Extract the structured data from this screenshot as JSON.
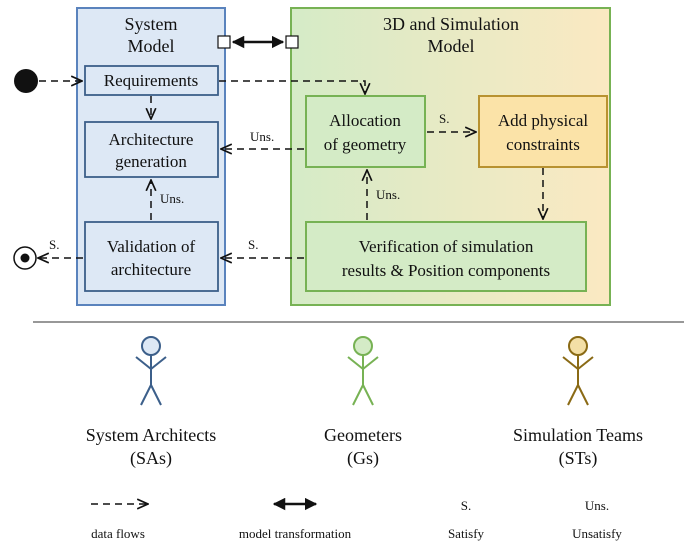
{
  "system_model": {
    "title_line1": "System",
    "title_line2": "Model",
    "requirements": "Requirements",
    "architecture_line1": "Architecture",
    "architecture_line2": "generation",
    "validation_line1": "Validation of",
    "validation_line2": "architecture",
    "fill_color": "#dde8f5",
    "border_color": "#5a83bd"
  },
  "sim_model": {
    "title_line1": "3D and Simulation",
    "title_line2": "Model",
    "allocation_line1": "Allocation",
    "allocation_line2": "of geometry",
    "constraints_line1": "Add physical",
    "constraints_line2": "constraints",
    "verification_line1": "Verification of simulation",
    "verification_line2": "results & Position components",
    "green_color": "#77b254",
    "orange_color": "#b89230"
  },
  "flow_labels": {
    "uns_architecture": "Uns.",
    "uns_allocation": "Uns.",
    "uns_verification": "Uns.",
    "s_constraints": "S.",
    "s_validation": "S.",
    "s_final": "S."
  },
  "actors": [
    {
      "name_line1": "System Architects",
      "name_line2": "(SAs)",
      "color": "#3c5f8a",
      "head_fill": "#dde8f5"
    },
    {
      "name_line1": "Geometers",
      "name_line2": "(Gs)",
      "color": "#77b254",
      "head_fill": "#d4ebc6"
    },
    {
      "name_line1": "Simulation Teams",
      "name_line2": "(STs)",
      "color": "#8a6a15",
      "head_fill": "#f3dfa6"
    }
  ],
  "legend": {
    "data_flows": "data flows",
    "model_transformation": "model transformation",
    "satisfy_symbol": "S.",
    "satisfy": "Satisfy",
    "unsatisfy_symbol": "Uns.",
    "unsatisfy": "Unsatisfy"
  }
}
